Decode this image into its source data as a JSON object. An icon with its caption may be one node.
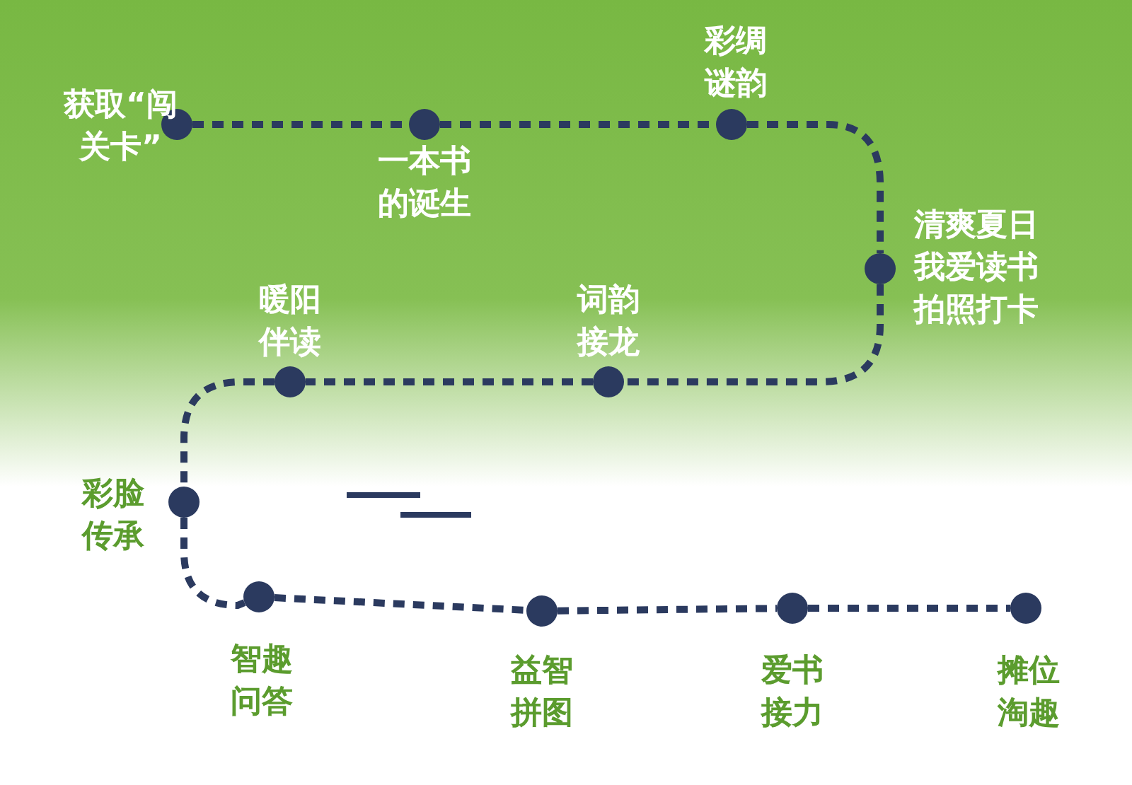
{
  "diagram": {
    "nodes": [
      {
        "text": [],
        "shape": "circle",
        "beside": [
          "获取“闯关卡”"
        ]
      },
      {
        "text": [],
        "shape": "circle",
        "beside": [
          "一本书的诞生"
        ]
      },
      {
        "text": [],
        "shape": "circle",
        "beside": [
          "彩绸谜韵"
        ]
      },
      {
        "text": [],
        "shape": "circle",
        "beside": [
          "清爽夏日我爱读书拍照打卡"
        ]
      },
      {
        "text": [],
        "shape": "circle",
        "beside": [
          "词韵接龙"
        ]
      },
      {
        "text": [],
        "shape": "circle",
        "beside": [
          "暖阳伴读"
        ]
      },
      {
        "text": [],
        "shape": "circle",
        "beside": [
          "彩脸传承"
        ]
      },
      {
        "text": [],
        "shape": "circle",
        "beside": [
          "智趣问答"
        ]
      },
      {
        "text": [],
        "shape": "circle",
        "beside": [
          "益智拼图"
        ]
      },
      {
        "text": [],
        "shape": "circle",
        "beside": [
          "爱书接力"
        ]
      },
      {
        "text": [],
        "shape": "circle",
        "beside": [
          "摊位淘趣"
        ]
      }
    ],
    "edges": [
      {
        "from": 0,
        "to": 1,
        "arrow": "none",
        "style": "dashed"
      },
      {
        "from": 1,
        "to": 2,
        "arrow": "none",
        "style": "dashed"
      },
      {
        "from": 2,
        "to": 3,
        "arrow": "none",
        "style": "dashed"
      },
      {
        "from": 3,
        "to": 4,
        "arrow": "none",
        "style": "dashed"
      },
      {
        "from": 4,
        "to": 5,
        "arrow": "none",
        "style": "dashed"
      },
      {
        "from": 5,
        "to": 6,
        "arrow": "none",
        "style": "dashed"
      },
      {
        "from": 6,
        "to": 7,
        "arrow": "none",
        "style": "dashed"
      },
      {
        "from": 7,
        "to": 8,
        "arrow": "none",
        "style": "dashed"
      },
      {
        "from": 8,
        "to": 9,
        "arrow": "none",
        "style": "dashed"
      },
      {
        "from": 9,
        "to": 10,
        "arrow": "none",
        "style": "dashed"
      }
    ]
  }
}
